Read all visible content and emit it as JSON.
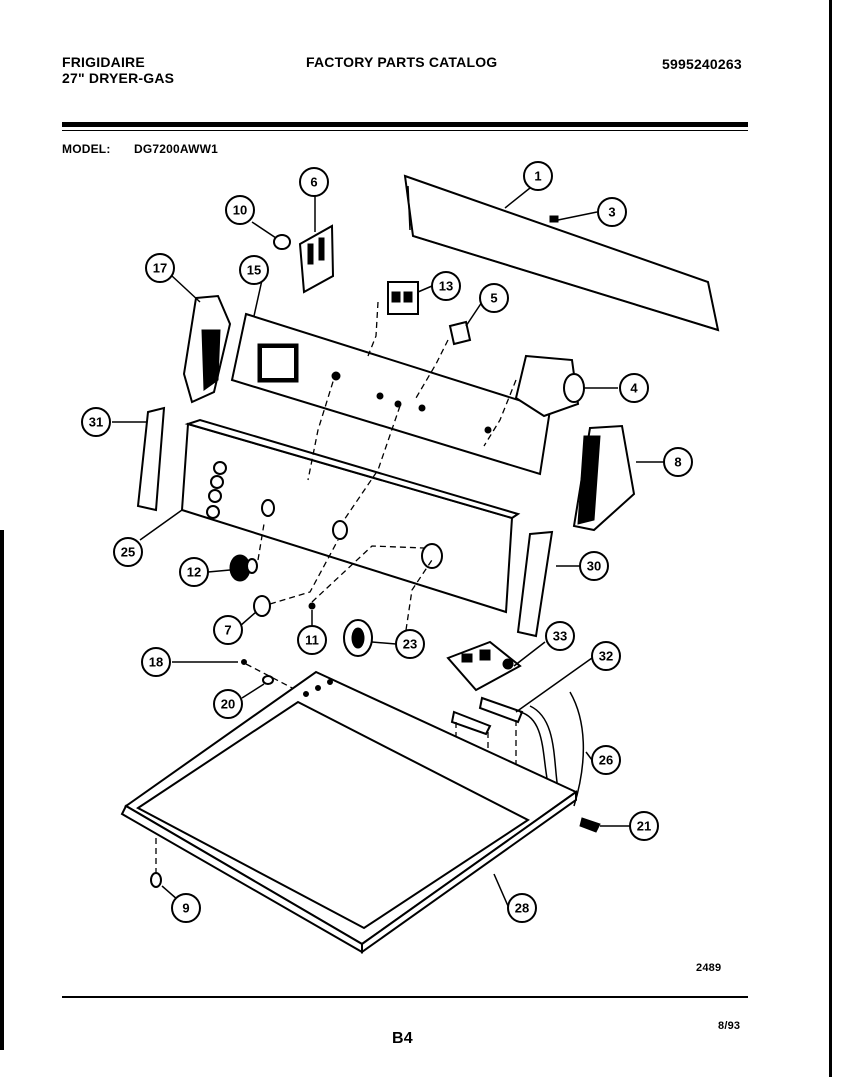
{
  "header": {
    "brand": "FRIGIDAIRE",
    "product": "27\" DRYER-GAS",
    "catalog_title": "FACTORY PARTS CATALOG",
    "catalog_number": "5995240263",
    "model_label": "MODEL:",
    "model_number": "DG7200AWW1"
  },
  "diagram": {
    "callouts": [
      "1",
      "3",
      "6",
      "10",
      "17",
      "15",
      "13",
      "5",
      "4",
      "31",
      "8",
      "25",
      "12",
      "30",
      "7",
      "11",
      "23",
      "33",
      "18",
      "32",
      "20",
      "26",
      "21",
      "9",
      "28"
    ]
  },
  "footer": {
    "drawing_number": "2489",
    "page_label": "B4",
    "date": "8/93"
  }
}
